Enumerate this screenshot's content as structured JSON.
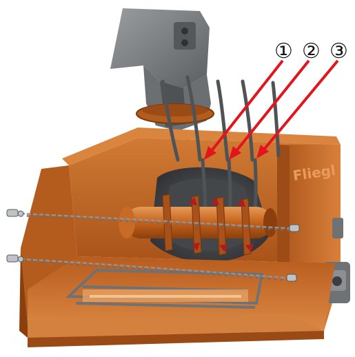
{
  "figure": {
    "brand_logo_text": "Fliegl",
    "callouts": [
      {
        "label": "①"
      },
      {
        "label": "②"
      },
      {
        "label": "③"
      }
    ]
  },
  "colors": {
    "body_orange": "#c3641e",
    "body_dark": "#8a3f0d",
    "body_light": "#de8a45",
    "chute_gray": "#7a7d80",
    "steel_dark": "#3b3d40",
    "arrow_red": "#e3141b",
    "chain": "#8f9498"
  }
}
